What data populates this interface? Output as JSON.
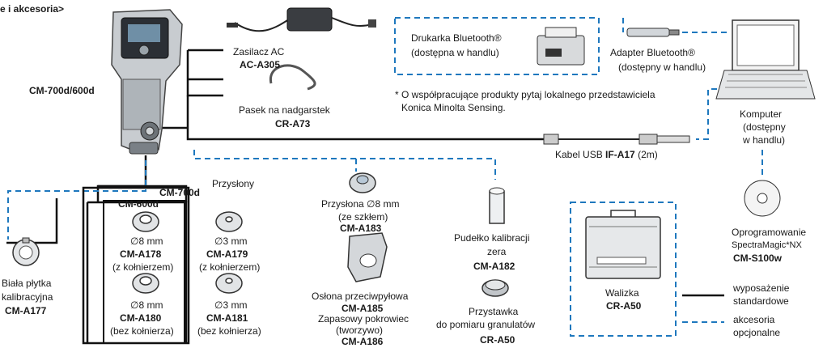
{
  "title": "e i akcesoria>",
  "main": {
    "device_name": "CM-700d/600d",
    "ac_adapter": {
      "name": "Zasilacz AC",
      "code": "AC-A305"
    },
    "wrist_strap": {
      "name": "Pasek na nadgarstek",
      "code": "CR-A73"
    },
    "bt_printer": {
      "name": "Drukarka Bluetooth®",
      "availability": "(dostępna w handlu)"
    },
    "bt_adapter": {
      "name": "Adapter Bluetooth®",
      "availability": "(dostępny w handlu)"
    },
    "note": [
      "* O współpracujące produkty pytaj lokalnego przedstawiciela",
      "Konica Minolta Sensing."
    ],
    "computer": {
      "name": "Komputer",
      "line2": "(dostępny",
      "line3": "w handlu)"
    },
    "usb_cable": {
      "prefix": "Kabel USB",
      "code": "IF-A17",
      "suffix": "(2m)"
    },
    "software": {
      "name": "Oprogramowanie",
      "product": "SpectraMagic*NX",
      "code": "CM-S100w"
    },
    "apertures": {
      "heading": "Przysłony",
      "group_700": "CM-700d",
      "group_600": "CM-600d",
      "items": [
        {
          "size": "∅8 mm",
          "code": "CM-A178",
          "note": "(z kołnierzem)"
        },
        {
          "size": "∅3 mm",
          "code": "CM-A179",
          "note": "(z kołnierzem)"
        },
        {
          "size": "∅8 mm",
          "code": "CM-A180",
          "note": "(bez kołnierza)"
        },
        {
          "size": "∅3 mm",
          "code": "CM-A181",
          "note": "(bez kołnierza)"
        }
      ]
    },
    "white_plate": {
      "line1": "Biała płytka",
      "line2": "kalibracyjna",
      "code": "CM-A177"
    },
    "glass_aperture": {
      "name": "Przysłona ∅8 mm",
      "note": "(ze szkłem)",
      "code": "CM-A183"
    },
    "dust_cover": {
      "name": "Osłona przeciwpyłowa",
      "code": "CM-A185",
      "spare1": "Zapasowy pokrowiec",
      "spare2": "(tworzywo)",
      "spare_code": "CM-A186"
    },
    "zero_box": {
      "line1": "Pudełko kalibracji",
      "line2": "zera",
      "code": "CM-A182"
    },
    "granular": {
      "line1": "Przystawka",
      "line2": "do pomiaru granulatów",
      "code": "CR-A50"
    },
    "case": {
      "name": "Walizka",
      "code": "CR-A50"
    }
  },
  "legend": {
    "standard": [
      "wyposażenie",
      "standardowe"
    ],
    "optional": [
      "akcesoria",
      "opcjonalne"
    ]
  },
  "colors": {
    "optional_line": "#1e78be",
    "standard_line": "#111111"
  }
}
